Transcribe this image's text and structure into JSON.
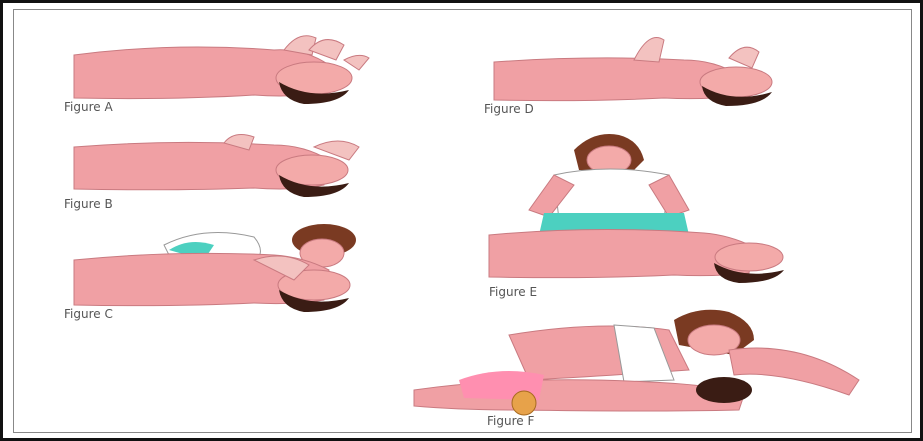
{
  "figures": {
    "a": {
      "caption": "Figure A"
    },
    "b": {
      "caption": "Figure B"
    },
    "c": {
      "caption": "Figure C"
    },
    "d": {
      "caption": "Figure D"
    },
    "e": {
      "caption": "Figure E"
    },
    "f": {
      "caption": "Figure F"
    }
  },
  "colors": {
    "skin": "#f0a0a4",
    "skin_dark": "#c97a80",
    "hair": "#3a1c14",
    "hair_brown": "#7a3a22",
    "shirt": "#ffffff",
    "pants_teal": "#4cd0c0",
    "pink": "#ff8fb0",
    "ball": "#e7a24a"
  }
}
